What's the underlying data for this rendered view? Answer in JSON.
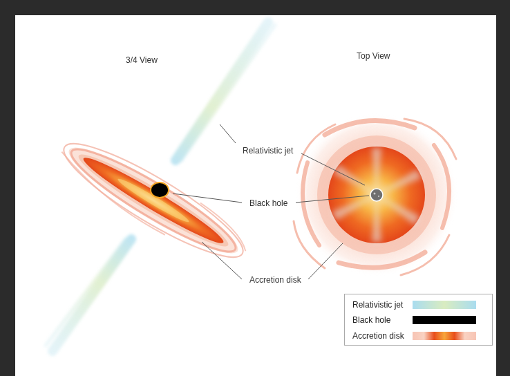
{
  "diagram": {
    "labels": [
      "3/4 View",
      "Top View",
      "Relativistic jet",
      "Black hole",
      "Accretion disk"
    ],
    "legend": [
      {
        "text": "Relativistic jet"
      },
      {
        "text": "Black hole",
        "color": "#000000"
      },
      {
        "text": "Accretion disk"
      }
    ]
  }
}
